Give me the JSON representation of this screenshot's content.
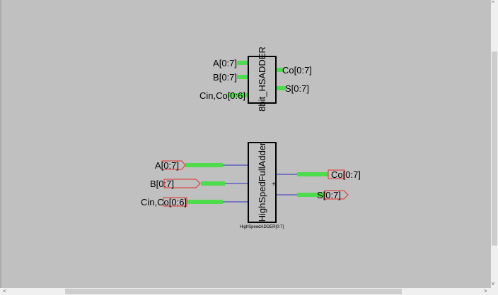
{
  "symbol_top": {
    "name": "8bit_HSADDER",
    "inputs": [
      "A[0:7]",
      "B[0:7]",
      "Cin,Co[0:6]"
    ],
    "outputs": [
      "Co[0:7]",
      "S[0:7]"
    ]
  },
  "symbol_bottom": {
    "name": "HighSpedFullAdder",
    "instance": "HighSpeedADDER[0:7]",
    "inputs": [
      "A[0:7]",
      "B[0:7]",
      "Cin,Co[0:6]"
    ],
    "outputs": [
      "Co[0:7]",
      "S[0:7]"
    ],
    "origin_mark": "+"
  },
  "colors": {
    "wire": "#4cdc4c",
    "net": "#3030c0",
    "port": "#e03030",
    "background": "#c0c0c0"
  },
  "scrollbars": {
    "up": "^",
    "down": "v",
    "left": "<",
    "right": ">"
  }
}
